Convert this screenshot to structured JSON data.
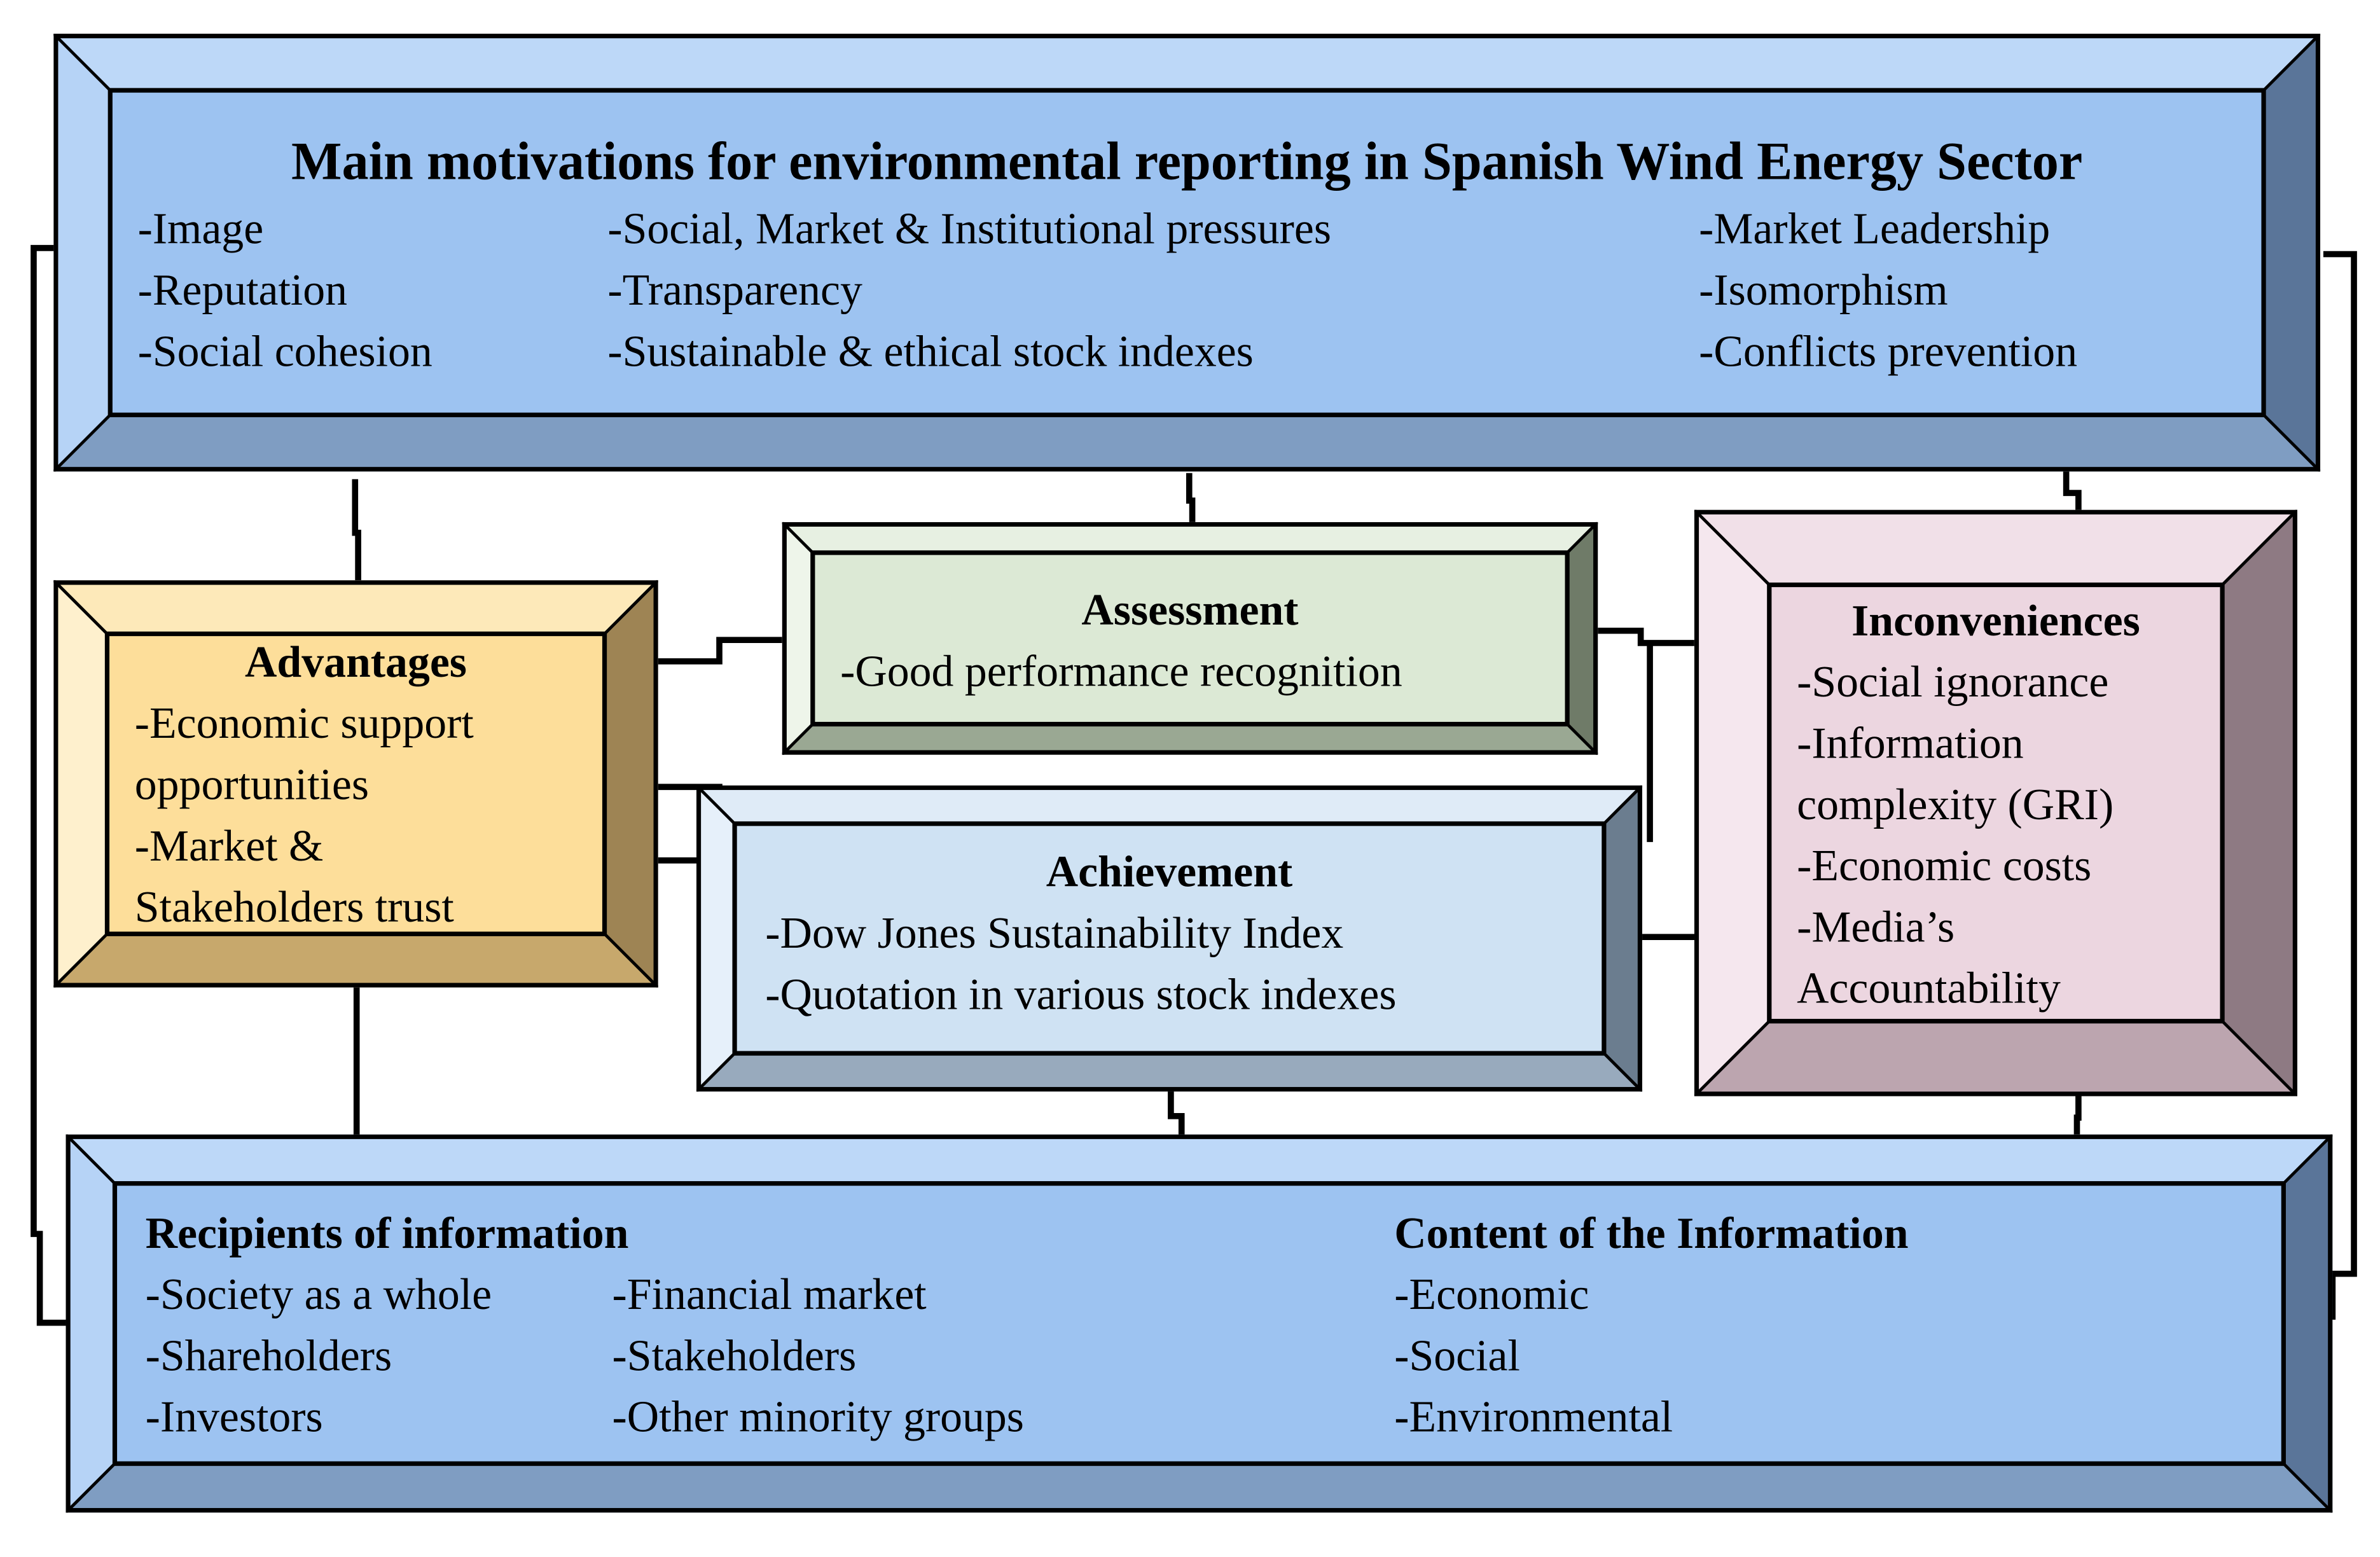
{
  "colors": {
    "main_face": "#9dc3f1",
    "advantages_face": "#fdde9a",
    "assessment_face": "#dce9d5",
    "achievement_face": "#cfe2f3",
    "inconveniences_face": "#ecd6e0",
    "stroke": "#000000"
  },
  "main": {
    "title": "Main motivations for environmental reporting in Spanish Wind Energy Sector",
    "col1": [
      "-Image",
      "-Reputation",
      "-Social cohesion"
    ],
    "col2": [
      "-Social, Market & Institutional pressures",
      "-Transparency",
      "-Sustainable & ethical stock indexes"
    ],
    "col3": [
      "-Market Leadership",
      "-Isomorphism",
      "-Conflicts prevention"
    ]
  },
  "advantages": {
    "title": "Advantages",
    "lines": [
      "-Economic support",
      "opportunities",
      "-Market &",
      "Stakeholders trust"
    ]
  },
  "assessment": {
    "title": "Assessment",
    "lines": [
      "-Good performance recognition"
    ]
  },
  "achievement": {
    "title": "Achievement",
    "lines": [
      "-Dow Jones Sustainability Index",
      "-Quotation in various stock indexes"
    ]
  },
  "inconveniences": {
    "title": "Inconveniences",
    "lines": [
      "-Social ignorance",
      "-Information",
      "complexity (GRI)",
      "-Economic costs",
      "-Media’s",
      "Accountability"
    ]
  },
  "bottom": {
    "recipients_title": "Recipients of information",
    "recipients_col1": [
      "-Society as a whole",
      "-Shareholders",
      "-Investors"
    ],
    "recipients_col2": [
      "-Financial market",
      "-Stakeholders",
      "-Other minority groups"
    ],
    "content_title": "Content of the Information",
    "content_col": [
      "-Economic",
      "-Social",
      "-Environmental"
    ]
  }
}
